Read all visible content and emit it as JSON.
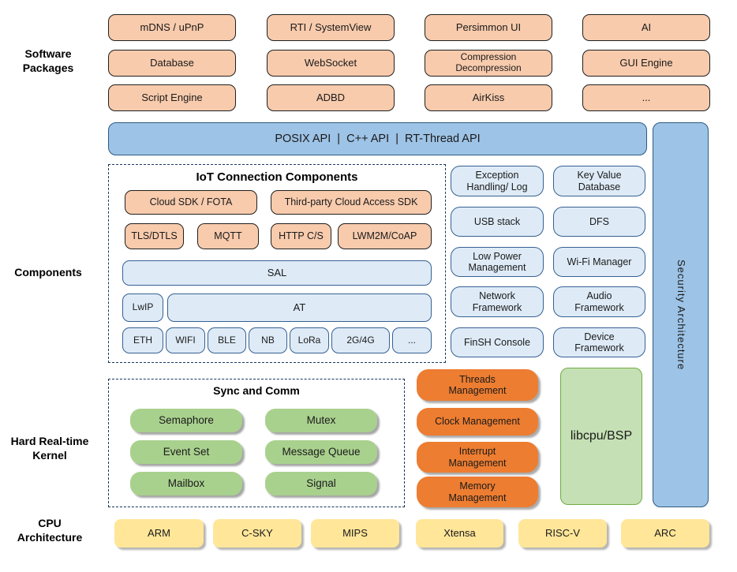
{
  "palette": {
    "peach": "#F8CBAD",
    "box-border": "#1F1F1F",
    "blue": "#9DC3E6",
    "blue-border": "#2F5B83",
    "light-blue": "#DEEBF7",
    "light-blue-border": "#366092",
    "green": "#A9D18E",
    "light-green": "#C5E0B4",
    "light-green-border": "#70AD47",
    "orange": "#ED7D31",
    "yellow": "#FFE699",
    "dash-border": "#17365D"
  },
  "sections": {
    "software": "Software\nPackages",
    "components": "Components",
    "kernel": "Hard Real-time\nKernel",
    "cpu": "CPU\nArchitecture"
  },
  "software_packages": [
    "mDNS / uPnP",
    "RTI / SystemView",
    "Persimmon UI",
    "AI",
    "Database",
    "WebSocket",
    "Compression\nDecompression",
    "GUI Engine",
    "Script Engine",
    "ADBD",
    "AirKiss",
    "..."
  ],
  "api_bar": "POSIX API  |  C++ API  |  RT-Thread API",
  "security": "Security Architecture",
  "iot": {
    "title": "IoT Connection Components",
    "cloud_sdk": "Cloud SDK / FOTA",
    "third_party": "Third-party Cloud Access SDK",
    "protocols": [
      "TLS/DTLS",
      "MQTT",
      "HTTP C/S",
      "LWM2M/CoAP"
    ],
    "sal": "SAL",
    "lwip": "LwIP",
    "at": "AT",
    "links": [
      "ETH",
      "WIFI",
      "BLE",
      "NB",
      "LoRa",
      "2G/4G",
      "..."
    ]
  },
  "component_boxes": [
    "Exception\nHandling/ Log",
    "Key Value\nDatabase",
    "USB stack",
    "DFS",
    "Low Power\nManagement",
    "Wi-Fi Manager",
    "Network\nFramework",
    "Audio\nFramework",
    "FinSH Console",
    "Device\nFramework"
  ],
  "kernel": {
    "sync_title": "Sync and Comm",
    "sync": [
      "Semaphore",
      "Mutex",
      "Event Set",
      "Message Queue",
      "Mailbox",
      "Signal"
    ],
    "management": [
      "Threads\nManagement",
      "Clock Management",
      "Interrupt\nManagement",
      "Memory\nManagement"
    ],
    "libcpu": "libcpu/BSP"
  },
  "cpu_architectures": [
    "ARM",
    "C-SKY",
    "MIPS",
    "Xtensa",
    "RISC-V",
    "ARC"
  ]
}
